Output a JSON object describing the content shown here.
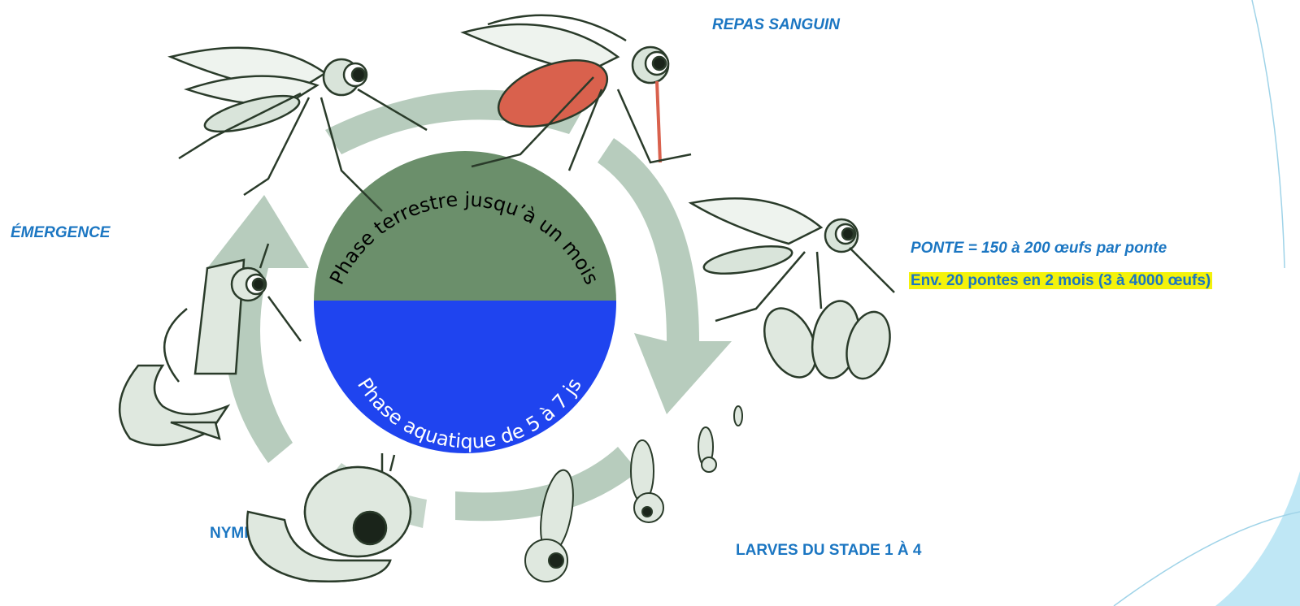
{
  "labels": {
    "repas": "REPAS SANGUIN",
    "emergence": "ÉMERGENCE",
    "ponte": "PONTE = 150 à 200  œufs par ponte",
    "pontes_count": "Env. 20 pontes en 2 mois (3 à 4000 œufs)",
    "nymphe": "NYMPHE",
    "larves": "LARVES DU STADE 1 À 4"
  },
  "circle": {
    "top_text": "Phase terrestre jusqu’à un mois",
    "bottom_text": "Phase aquatique de 5 à 7 js"
  },
  "colors": {
    "terrestrial": "#6b8f6b",
    "aquatic": "#1f44ef",
    "label": "#1b76c2",
    "highlight": "#f4f20a",
    "blood": "#d9614d",
    "arrow": "#b7ccbd",
    "corner_accent": "#bfe7f5"
  }
}
